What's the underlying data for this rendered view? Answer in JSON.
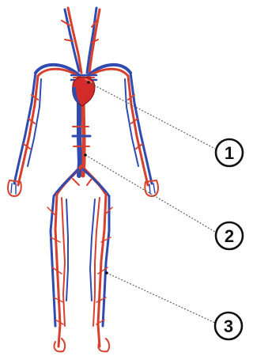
{
  "callouts": [
    {
      "label": "1",
      "target": "heart"
    },
    {
      "label": "2",
      "target": "aorta"
    },
    {
      "label": "3",
      "target": "leg vessels"
    }
  ],
  "colors": {
    "artery": "#d8402e",
    "vein": "#2f4bb0",
    "heart": "#d32a2a",
    "outline": "#111111",
    "leader": "#555555"
  }
}
